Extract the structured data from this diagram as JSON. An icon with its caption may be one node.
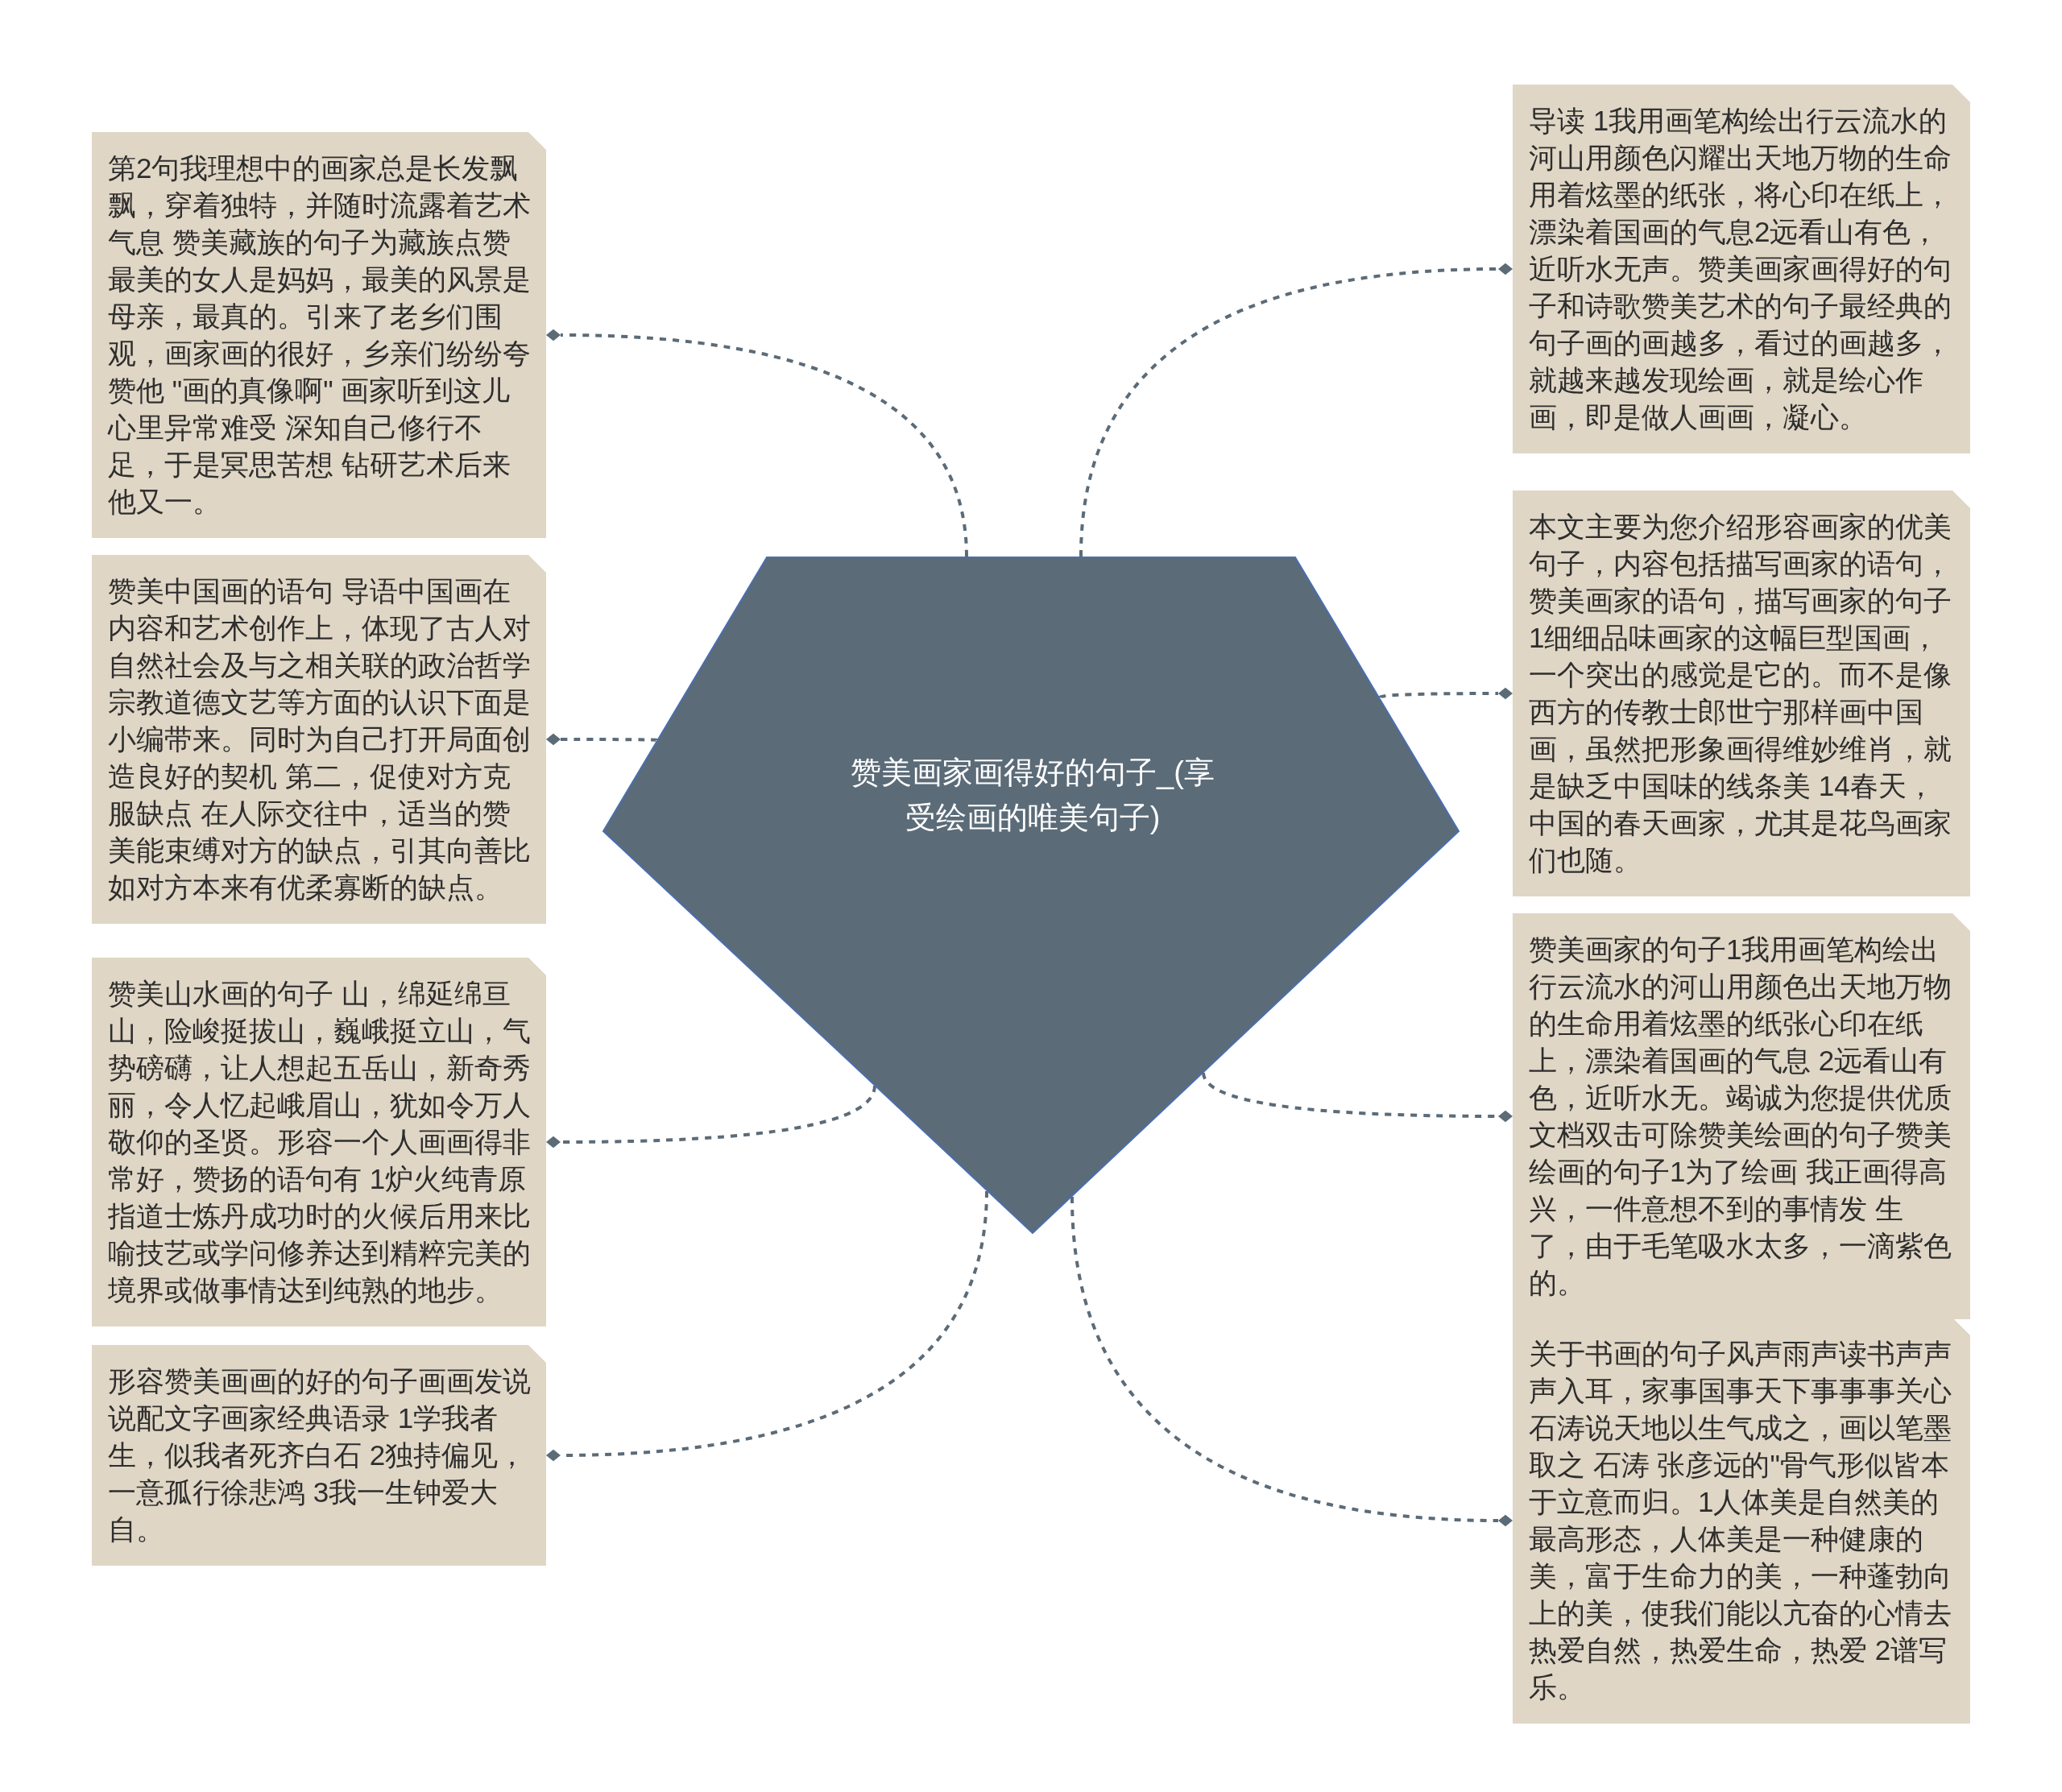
{
  "diagram": {
    "nodes": [
      {
        "text": [
          "赞美画家画得好的句子_(享受绘画的唯美句子)"
        ]
      },
      {
        "text": [
          "第2句我理想中的画家总是长发飘飘，穿着独特，并随时流露着艺术气息 赞美藏族的句子为藏族点赞最美的女人是妈妈，最美的风景是母亲，最真的。引来了老乡们围观，画家画的很好，乡亲们纷纷夸赞他 \"画的真像啊\" 画家听到这儿心里异常难受 深知自己修行不足，于是冥思苦想 钻研艺术后来他又一。"
        ]
      },
      {
        "text": [
          "赞美中国画的语句 导语中国画在内容和艺术创作上，体现了古人对自然社会及与之相关联的政治哲学宗教道德文艺等方面的认识下面是小编带来。同时为自己打开局面创造良好的契机 第二，促使对方克服缺点 在人际交往中，适当的赞美能束缚对方的缺点，引其向善比如对方本来有优柔寡断的缺点。"
        ]
      },
      {
        "text": [
          "赞美山水画的句子 山，绵延绵亘山，险峻挺拔山，巍峨挺立山，气势磅礴，让人想起五岳山，新奇秀丽，令人忆起峨眉山，犹如令万人敬仰的圣贤。形容一个人画画得非常好，赞扬的语句有 1炉火纯青原指道士炼丹成功时的火候后用来比喻技艺或学问修养达到精粹完美的境界或做事情达到纯熟的地步。"
        ]
      },
      {
        "text": [
          "形容赞美画画的好的句子画画发说说配文字画家经典语录 1学我者生，似我者死齐白石 2独持偏见，一意孤行徐悲鸿 3我一生钟爱大自。"
        ]
      },
      {
        "text": [
          "导读 1我用画笔构绘出行云流水的河山用颜色闪耀出天地万物的生命用着炫墨的纸张，将心印在纸上，漂染着国画的气息2远看山有色，近听水无声。赞美画家画得好的句子和诗歌赞美艺术的句子最经典的句子画的画越多，看过的画越多，就越来越发现绘画，就是绘心作画，即是做人画画，凝心。"
        ]
      },
      {
        "text": [
          "本文主要为您介绍形容画家的优美句子，内容包括描写画家的语句，赞美画家的语句，描写画家的句子1细细品味画家的这幅巨型国画，一个突出的感觉是它的。而不是像西方的传教士郎世宁那样画中国画，虽然把形象画得维妙维肖，就是缺乏中国味的线条美 14春天，中国的春天画家，尤其是花鸟画家们也随。"
        ]
      },
      {
        "text": [
          "赞美画家的句子1我用画笔构绘出行云流水的河山用颜色出天地万物的生命用着炫墨的纸张心印在纸上，漂染着国画的气息 2远看山有色，近听水无。竭诚为您提供优质文档双击可除赞美绘画的句子赞美绘画的句子1为了绘画 我正画得高兴，一件意想不到的事情发 生了，由于毛笔吸水太多，一滴紫色的。"
        ]
      },
      {
        "text": [
          "关于书画的句子风声雨声读书声声声入耳，家事国事天下事事事关心石涛说天地以生气成之，画以笔墨取之 石涛 张彦远的\"骨气形似皆本于立意而归。1人体美是自然美的最高形态，人体美是一种健康的美，富于生命力的美，一种蓬勃向上的美，使我们能以亢奋的心情去热爱自然，热爱生命，热爱 2谱写乐。"
        ]
      }
    ],
    "edges": [
      {
        "from": 0,
        "to": 1,
        "arrow": "other",
        "style": "dashed"
      },
      {
        "from": 0,
        "to": 2,
        "arrow": "other",
        "style": "dashed"
      },
      {
        "from": 0,
        "to": 3,
        "arrow": "other",
        "style": "dashed"
      },
      {
        "from": 0,
        "to": 4,
        "arrow": "other",
        "style": "dashed"
      },
      {
        "from": 0,
        "to": 5,
        "arrow": "other",
        "style": "dashed"
      },
      {
        "from": 0,
        "to": 6,
        "arrow": "other",
        "style": "dashed"
      },
      {
        "from": 0,
        "to": 7,
        "arrow": "other",
        "style": "dashed"
      },
      {
        "from": 0,
        "to": 8,
        "arrow": "other",
        "style": "dashed"
      }
    ]
  }
}
